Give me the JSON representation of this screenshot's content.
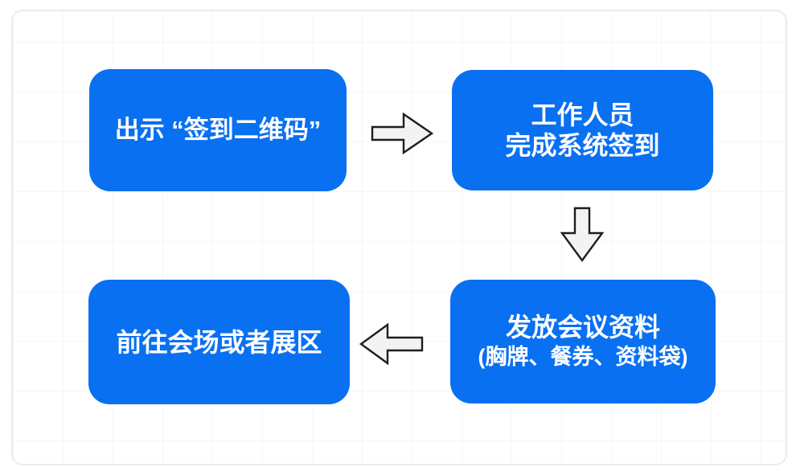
{
  "colors": {
    "canvas_background": "#FFFFFF",
    "card_border": "#EBEBEB",
    "node_fill": "#0970F2",
    "node_text": "#FFFFFF",
    "arrow_fill": "#F3F3F3",
    "arrow_stroke": "#1D1D1D"
  },
  "flowchart": {
    "nodes": [
      {
        "id": "step-1",
        "lines": [
          "出示 “签到二维码”"
        ]
      },
      {
        "id": "step-2",
        "lines": [
          "工作人员",
          "完成系统签到"
        ]
      },
      {
        "id": "step-3",
        "lines": [
          "发放会议资料",
          "(胸牌、餐券、资料袋)"
        ]
      },
      {
        "id": "step-4",
        "lines": [
          "前往会场或者展区"
        ]
      }
    ],
    "arrows": [
      {
        "from": "step-1",
        "to": "step-2",
        "direction": "right"
      },
      {
        "from": "step-2",
        "to": "step-3",
        "direction": "down"
      },
      {
        "from": "step-3",
        "to": "step-4",
        "direction": "left"
      }
    ]
  }
}
